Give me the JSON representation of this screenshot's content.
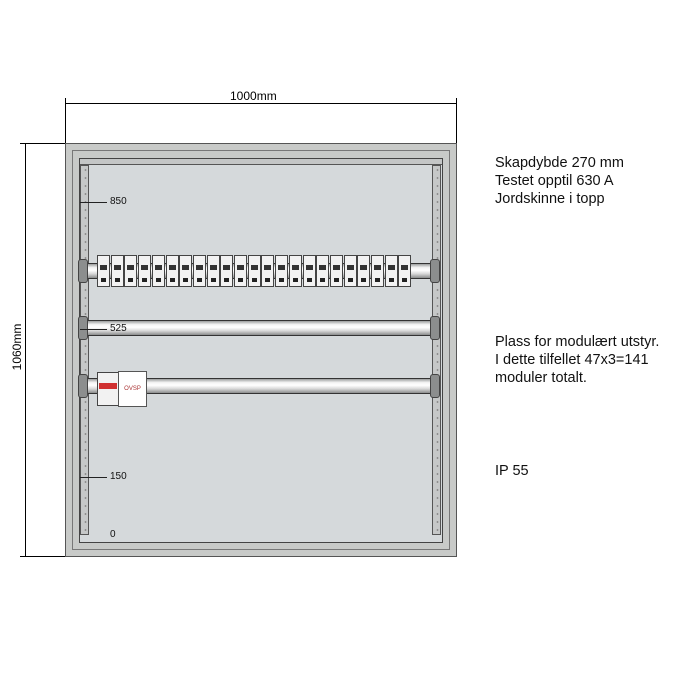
{
  "dimensions": {
    "width": "1000mm",
    "height": "1060mm"
  },
  "heights": {
    "h850": "850",
    "h525": "525",
    "h150": "150",
    "h0": "0"
  },
  "device_label": "OVSP",
  "notes": {
    "spec": "Skapdybde 270 mm\nTestet opptil 630 A\nJordskinne i topp",
    "modules": "Plass for modulært utstyr.\nI dette tilfellet 47x3=141\nmoduler totalt.",
    "ip": "IP 55"
  },
  "colors": {
    "frame": "#c8cac8",
    "panel": "#d5d9db",
    "accent_red": "#d03030"
  }
}
